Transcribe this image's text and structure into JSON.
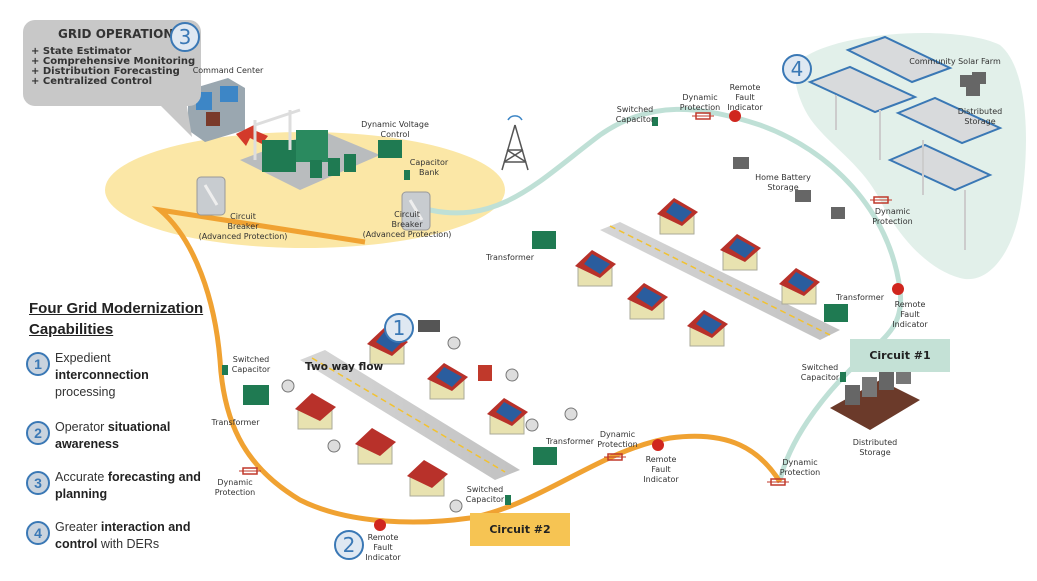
{
  "grid_operations": {
    "title": "GRID OPERATIONS",
    "badge": "3",
    "items": [
      "+ State Estimator",
      "+ Comprehensive Monitoring",
      "+ Distribution Forecasting",
      "+ Centralized Control"
    ]
  },
  "capabilities": {
    "title_line1": "Four Grid Modernization",
    "title_line2": "Capabilities",
    "items": [
      {
        "num": "1",
        "parts": [
          [
            "Expedient",
            false
          ],
          [
            "interconnection",
            true
          ],
          [
            "processing",
            false
          ]
        ]
      },
      {
        "num": "2",
        "parts": [
          [
            "Operator ",
            false
          ],
          [
            "situational awareness",
            true
          ]
        ]
      },
      {
        "num": "3",
        "parts": [
          [
            "Accurate ",
            false
          ],
          [
            "forecasting and planning",
            true
          ]
        ]
      },
      {
        "num": "4",
        "parts": [
          [
            "Greater ",
            false
          ],
          [
            "interaction and control",
            true
          ],
          [
            " with DERs",
            false
          ]
        ]
      }
    ]
  },
  "badges": {
    "b1": "1",
    "b2": "2",
    "b4": "4"
  },
  "circuits": {
    "c1": "Circuit #1",
    "c2": "Circuit #2"
  },
  "flow_label": "Two way flow",
  "labels": {
    "command_center": "Command Center",
    "dvc": "Dynamic Voltage\nControl",
    "capacitor_bank": "Capacitor\nBank",
    "cb_left": "Circuit\nBreaker\n(Advanced Protection)",
    "cb_right": "Circuit\nBreaker\n(Advanced Protection)",
    "sw_cap_top": "Switched\nCapacitor",
    "dp_top": "Dynamic\nProtection",
    "rfi_top": "Remote\nFault\nIndicator",
    "solar_farm": "Community Solar Farm",
    "dist_storage_top": "Distributed\nStorage",
    "home_battery": "Home Battery\nStorage",
    "dp_right": "Dynamic\nProtection",
    "transformer_mid": "Transformer",
    "transformer_right": "Transformer",
    "rfi_right": "Remote\nFault\nIndicator",
    "sw_cap_right": "Switched\nCapacitor",
    "dist_storage_bottom": "Distributed\nStorage",
    "dp_bottom_right": "Dynamic\nProtection",
    "dp_bottom_mid": "Dynamic\nProtection",
    "rfi_bottom_mid": "Remote\nFault\nIndicator",
    "transformer_bottom": "Transformer",
    "sw_cap_bottom": "Switched\nCapacitor",
    "rfi_bottom": "Remote\nFault\nIndicator",
    "sw_cap_left": "Switched\nCapacitor",
    "transformer_left": "Transformer",
    "dp_left": "Dynamic\nProtection"
  },
  "colors": {
    "circuit1_line": "#bfe0d6",
    "circuit2_line": "#f0a232",
    "substation_zone": "#fbe7a6",
    "solar_zone": "#e2f0ea",
    "badge_blue": "#3a78b5",
    "circuit1_box": "#c4e1d6",
    "circuit2_box": "#f6c453"
  }
}
